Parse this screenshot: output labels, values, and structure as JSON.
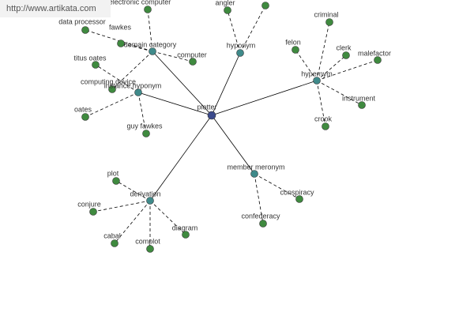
{
  "watermark": "http://www.artikata.com",
  "center": {
    "label": "plotter",
    "color": "#3b4a8c"
  },
  "hubs": [
    {
      "id": "domain-category",
      "label": "domain category",
      "color": "#3f8a8a"
    },
    {
      "id": "hyponym",
      "label": "hyponym",
      "color": "#3f8a8a"
    },
    {
      "id": "hypernym",
      "label": "hypernym",
      "color": "#3f8a8a"
    },
    {
      "id": "instance-hyponym",
      "label": "instance hyponym",
      "color": "#3f8a8a"
    },
    {
      "id": "member-meronym",
      "label": "member meronym",
      "color": "#3f8a8a"
    },
    {
      "id": "derivation",
      "label": "derivation",
      "color": "#3f8a8a"
    }
  ],
  "leaves": [
    {
      "hub": "domain-category",
      "label": "electronic computer"
    },
    {
      "hub": "domain-category",
      "label": "fawkes"
    },
    {
      "hub": "domain-category",
      "label": "data processor"
    },
    {
      "hub": "domain-category",
      "label": "computer"
    },
    {
      "hub": "domain-category",
      "label": "computing device"
    },
    {
      "hub": "hyponym",
      "label": "angler"
    },
    {
      "hub": "hyponym",
      "label": ""
    },
    {
      "hub": "hypernym",
      "label": "criminal"
    },
    {
      "hub": "hypernym",
      "label": "felon"
    },
    {
      "hub": "hypernym",
      "label": "clerk"
    },
    {
      "hub": "hypernym",
      "label": "malefactor"
    },
    {
      "hub": "hypernym",
      "label": "instrument"
    },
    {
      "hub": "hypernym",
      "label": "crook"
    },
    {
      "hub": "instance-hyponym",
      "label": "titus oates"
    },
    {
      "hub": "instance-hyponym",
      "label": "oates"
    },
    {
      "hub": "instance-hyponym",
      "label": "guy fawkes"
    },
    {
      "hub": "member-meronym",
      "label": "conspiracy"
    },
    {
      "hub": "member-meronym",
      "label": "confederacy"
    },
    {
      "hub": "derivation",
      "label": "plot"
    },
    {
      "hub": "derivation",
      "label": "conjure"
    },
    {
      "hub": "derivation",
      "label": "cabal"
    },
    {
      "hub": "derivation",
      "label": "complot"
    },
    {
      "hub": "derivation",
      "label": "diagram"
    }
  ],
  "leaf_color": "#3f8a3f"
}
